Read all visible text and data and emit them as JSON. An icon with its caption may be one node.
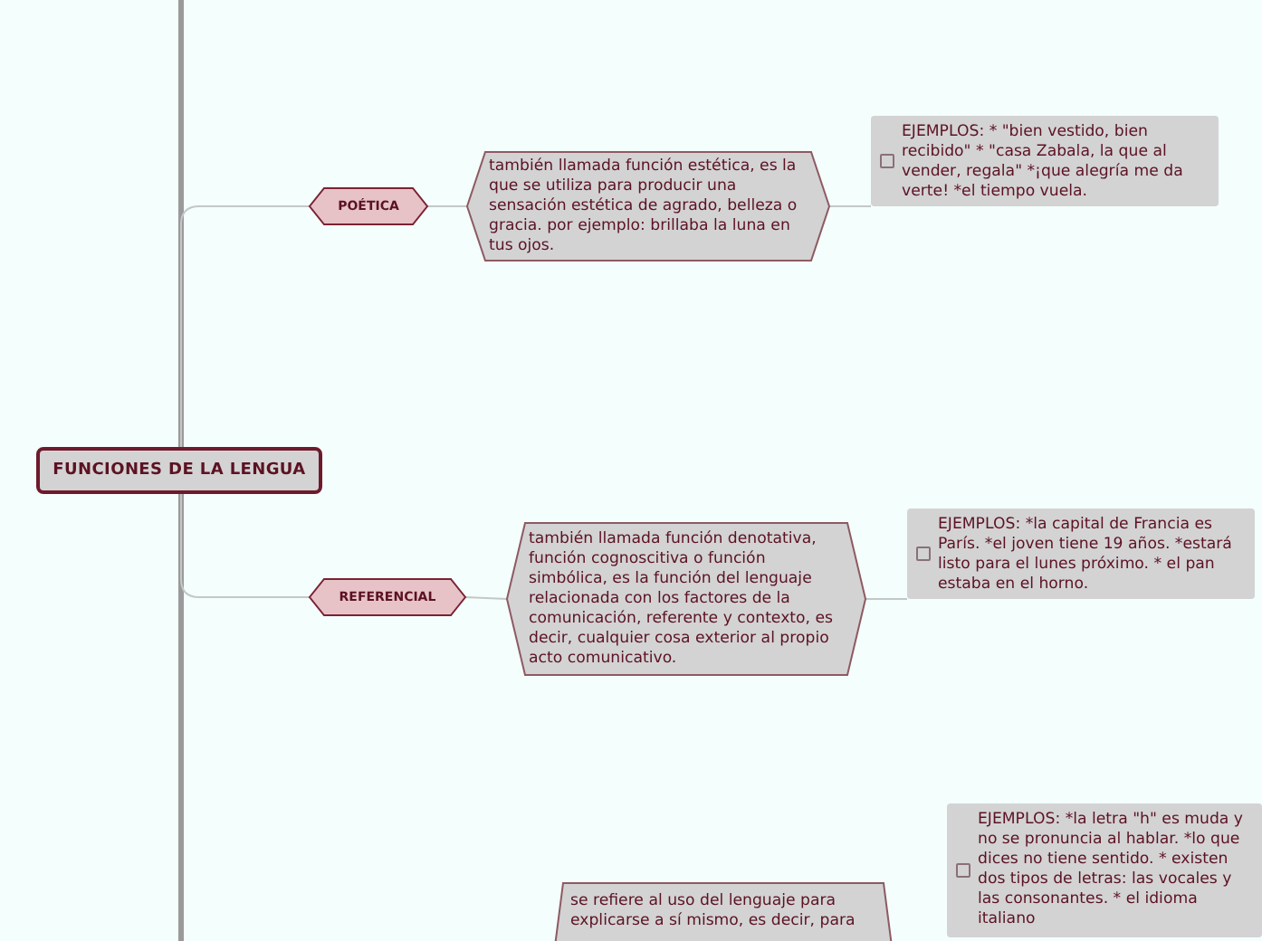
{
  "diagram": {
    "nodes": [
      {
        "text": [
          "FUNCIONES DE LA LENGUA"
        ]
      },
      {
        "text": [
          "POÉTICA"
        ]
      },
      {
        "text": [
          "también llamada función estética, es la que se utiliza para producir una sensación estética de agrado, belleza o gracia. por ejemplo: brillaba la luna en tus ojos."
        ]
      },
      {
        "text": [
          "EJEMPLOS: * \"bien vestido, bien recibido\" * \"casa Zabala, la que al vender, regala\" *¡que alegría me da verte! *el tiempo vuela."
        ]
      },
      {
        "text": [
          "REFERENCIAL"
        ]
      },
      {
        "text": [
          "también llamada función denotativa, función cognoscitiva o función simbólica, es la función del lenguaje relacionada con los factores de la comunicación, referente y contexto, es decir, cualquier cosa exterior al propio acto comunicativo."
        ]
      },
      {
        "text": [
          "EJEMPLOS: *la capital de Francia es París. *el joven tiene 19 años. *estará listo para el lunes próximo. * el pan estaba en el horno."
        ]
      },
      {
        "text": [
          "se refiere al uso del lenguaje para explicarse a sí mismo, es decir, para"
        ]
      },
      {
        "text": [
          "EJEMPLOS: *la letra \"h\" es muda y no se pronuncia al hablar. *lo que dices no tiene sentido. * existen dos tipos de letras: las vocales y las consonantes. * el idioma italiano"
        ]
      }
    ],
    "edges": [
      {
        "from": 0,
        "to": 1,
        "arrow": "none"
      },
      {
        "from": 1,
        "to": 2,
        "arrow": "none"
      },
      {
        "from": 2,
        "to": 3,
        "arrow": "none"
      },
      {
        "from": 0,
        "to": 4,
        "arrow": "none"
      },
      {
        "from": 4,
        "to": 5,
        "arrow": "none"
      },
      {
        "from": 5,
        "to": 6,
        "arrow": "none"
      }
    ]
  }
}
